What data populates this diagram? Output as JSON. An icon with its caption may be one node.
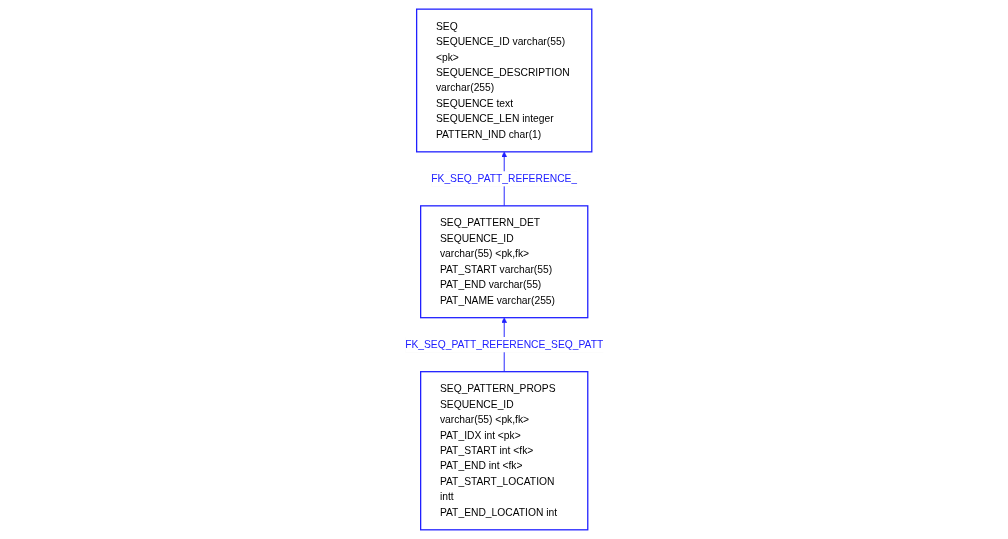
{
  "diagram": {
    "nodes": [
      {
        "text": [
          "SEQ",
          "SEQUENCE_ID varchar(55) <pk>",
          "SEQUENCE_DESCRIPTION varchar(255)",
          "SEQUENCE text",
          "SEQUENCE_LEN integer",
          "PATTERN_IND char(1)"
        ]
      },
      {
        "text": [
          "SEQ_PATTERN_DET",
          "SEQUENCE_ID varchar(55) <pk,fk>",
          "PAT_START varchar(55)",
          "PAT_END varchar(55)",
          "PAT_NAME varchar(255)"
        ]
      },
      {
        "text": [
          "SEQ_PATTERN_PROPS",
          "SEQUENCE_ID varchar(55) <pk,fk>",
          "PAT_IDX int <pk>",
          "PAT_START int <fk>",
          "PAT_END int <fk>",
          "PAT_START_LOCATION intt",
          "PAT_END_LOCATION int"
        ]
      }
    ],
    "edges": [
      {
        "from": 1,
        "to": 0,
        "arrow": "to",
        "label": "FK_SEQ_PATT_REFERENCE_"
      },
      {
        "from": 2,
        "to": 1,
        "arrow": "to",
        "label": "FK_SEQ_PATT_REFERENCE_SEQ_PATT"
      }
    ]
  }
}
